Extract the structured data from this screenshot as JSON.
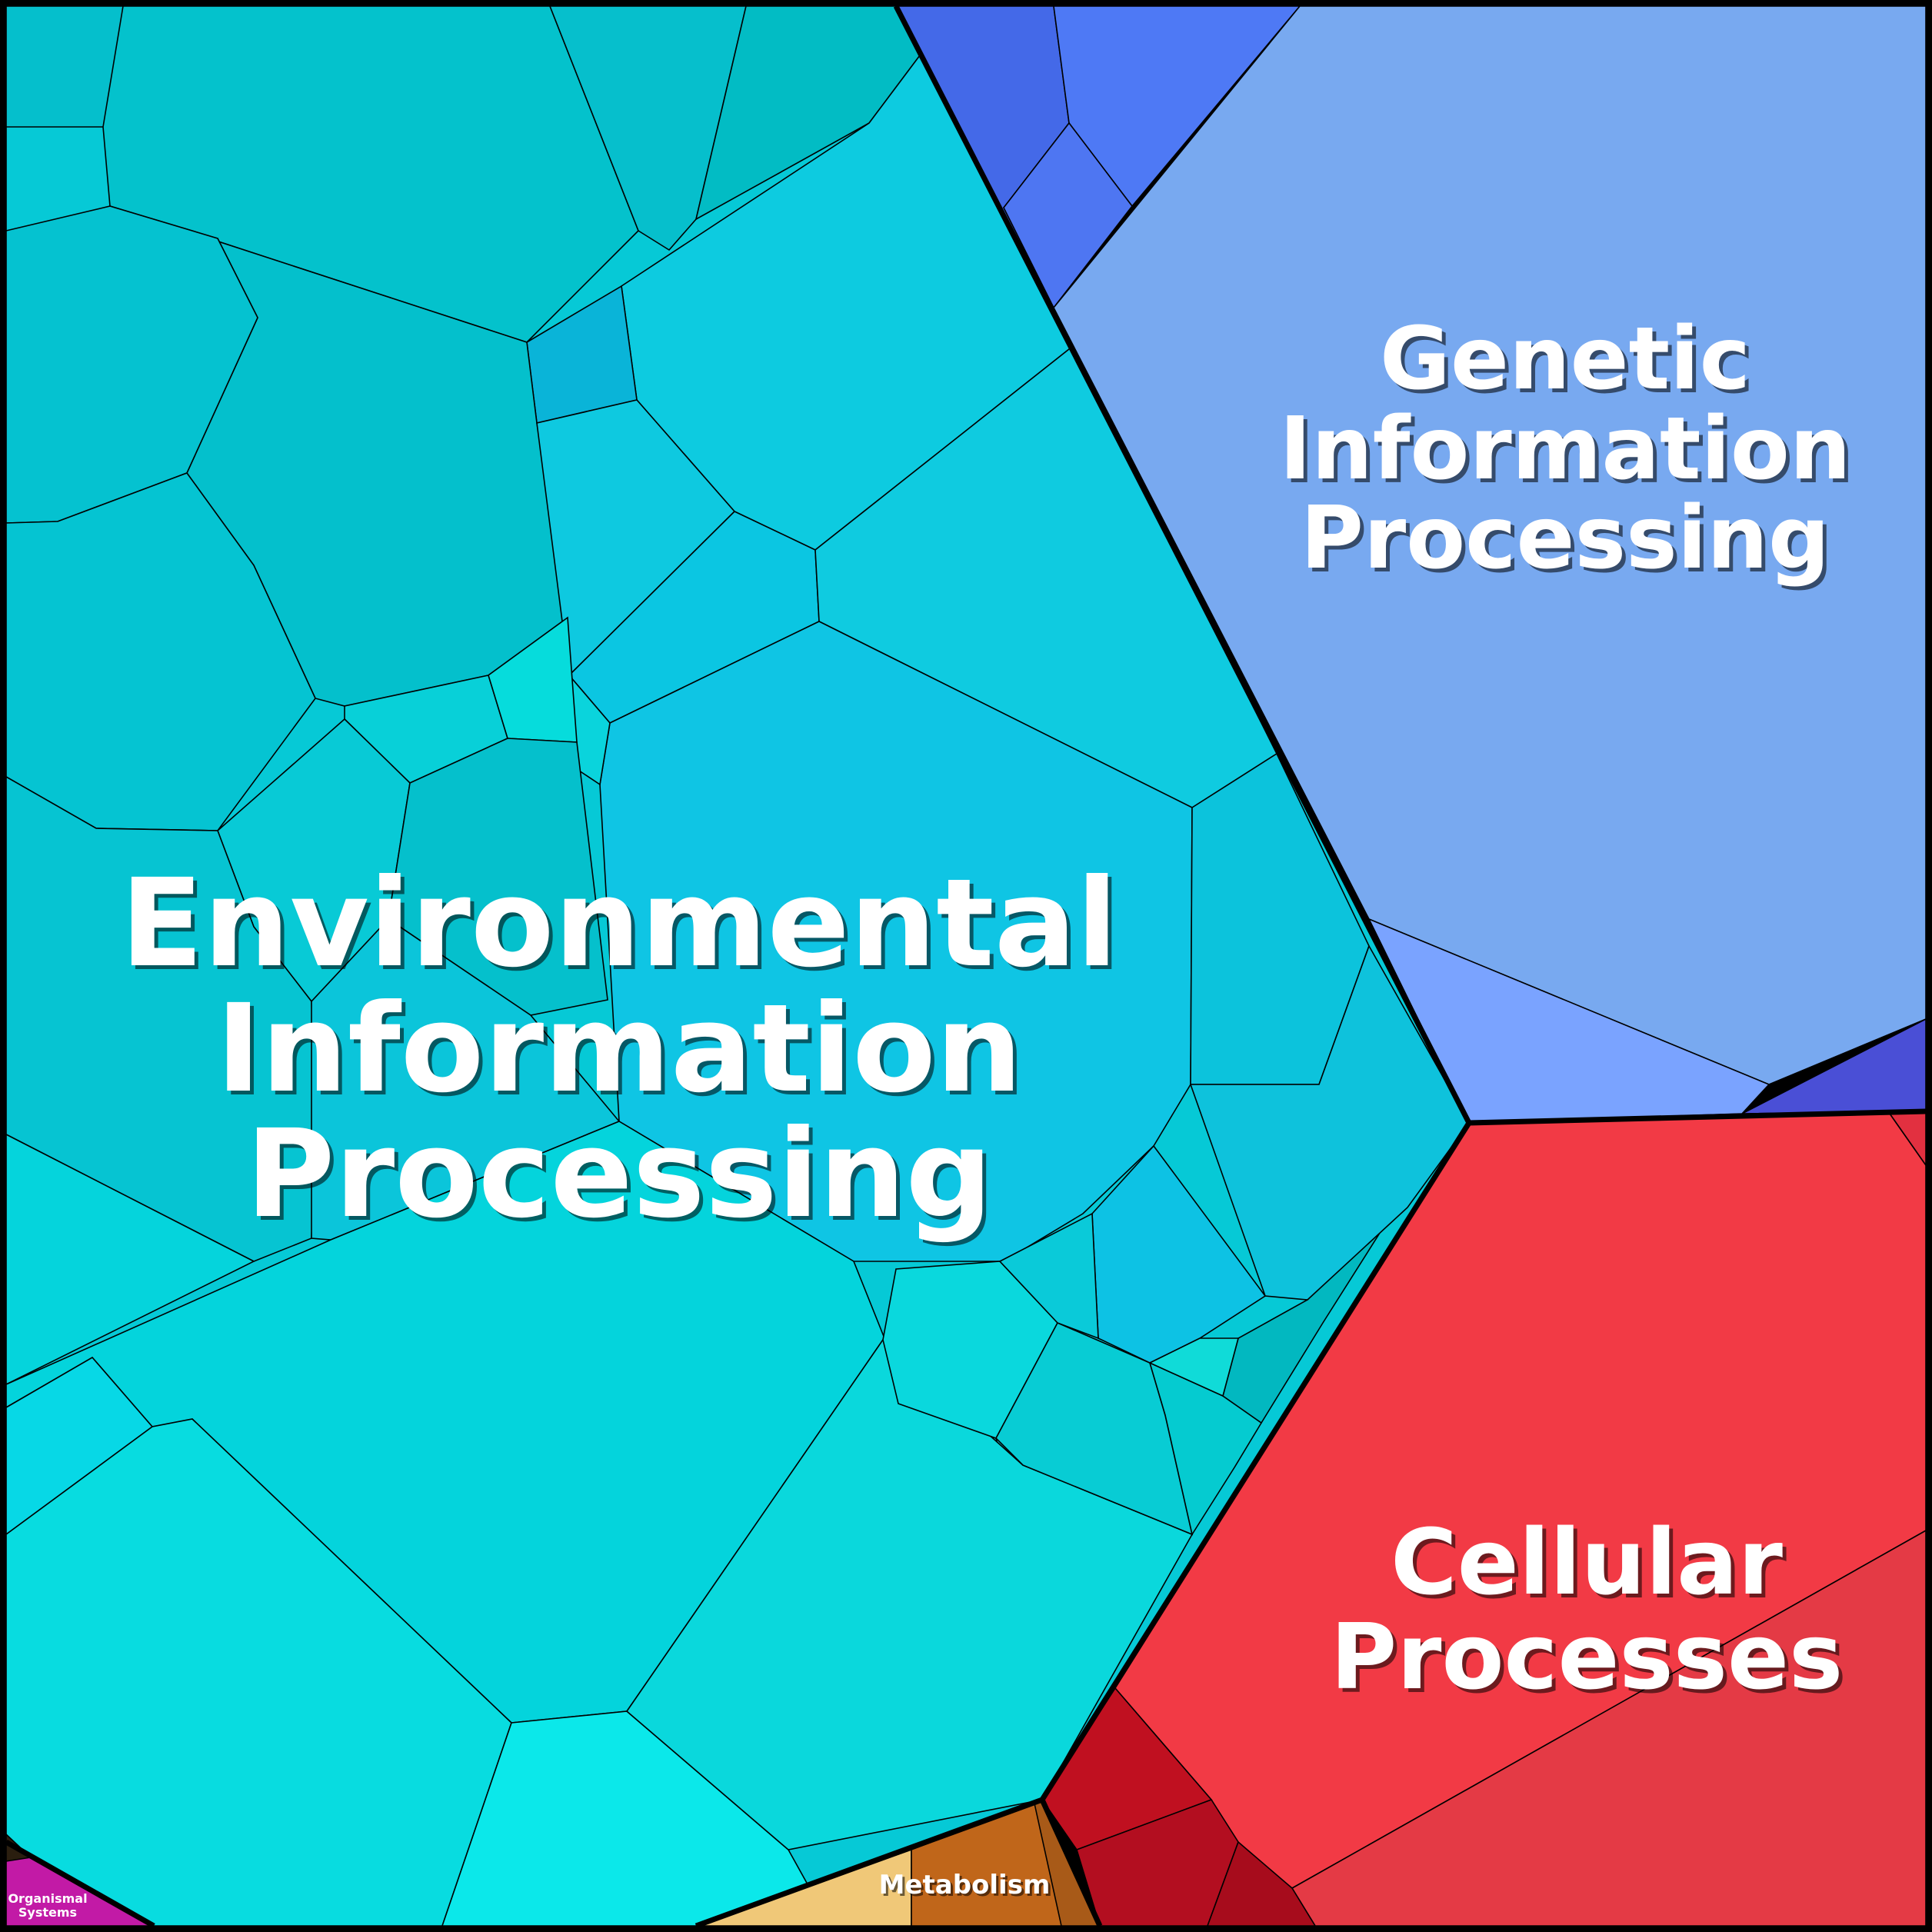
{
  "diagram": {
    "type": "voronoi-treemap",
    "categories": [
      {
        "id": "environmental",
        "lines": [
          "Environmental",
          "Information",
          "Processing"
        ],
        "color": "#0cc4d6"
      },
      {
        "id": "genetic",
        "lines": [
          "Genetic",
          "Information",
          "Processing"
        ],
        "color": "#78a9f0"
      },
      {
        "id": "cellular",
        "lines": [
          "Cellular",
          "Processes"
        ],
        "color": "#f23a45"
      },
      {
        "id": "metabolism",
        "lines": [
          "Metabolism"
        ],
        "color": "#c0661a"
      },
      {
        "id": "organismal",
        "lines": [
          "Organismal",
          "Systems"
        ],
        "color": "#c21aa6"
      }
    ],
    "palette": {
      "environmental_shades": [
        "#04bfcc",
        "#0ac9d8",
        "#0fc5e2",
        "#05d4dc",
        "#0de2e6",
        "#08c2d0",
        "#11d9e0",
        "#02b6c4",
        "#0ecfe8",
        "#08e8ea"
      ],
      "genetic_shades": [
        "#78a9f0",
        "#4e79f5",
        "#4469e8",
        "#7aa3ff",
        "#4a4fd6"
      ],
      "cellular_shades": [
        "#f23a45",
        "#e43a45",
        "#c01020",
        "#b00e20"
      ],
      "metabolism_shades": [
        "#c0661a",
        "#f0c878",
        "#a85a18"
      ]
    }
  }
}
